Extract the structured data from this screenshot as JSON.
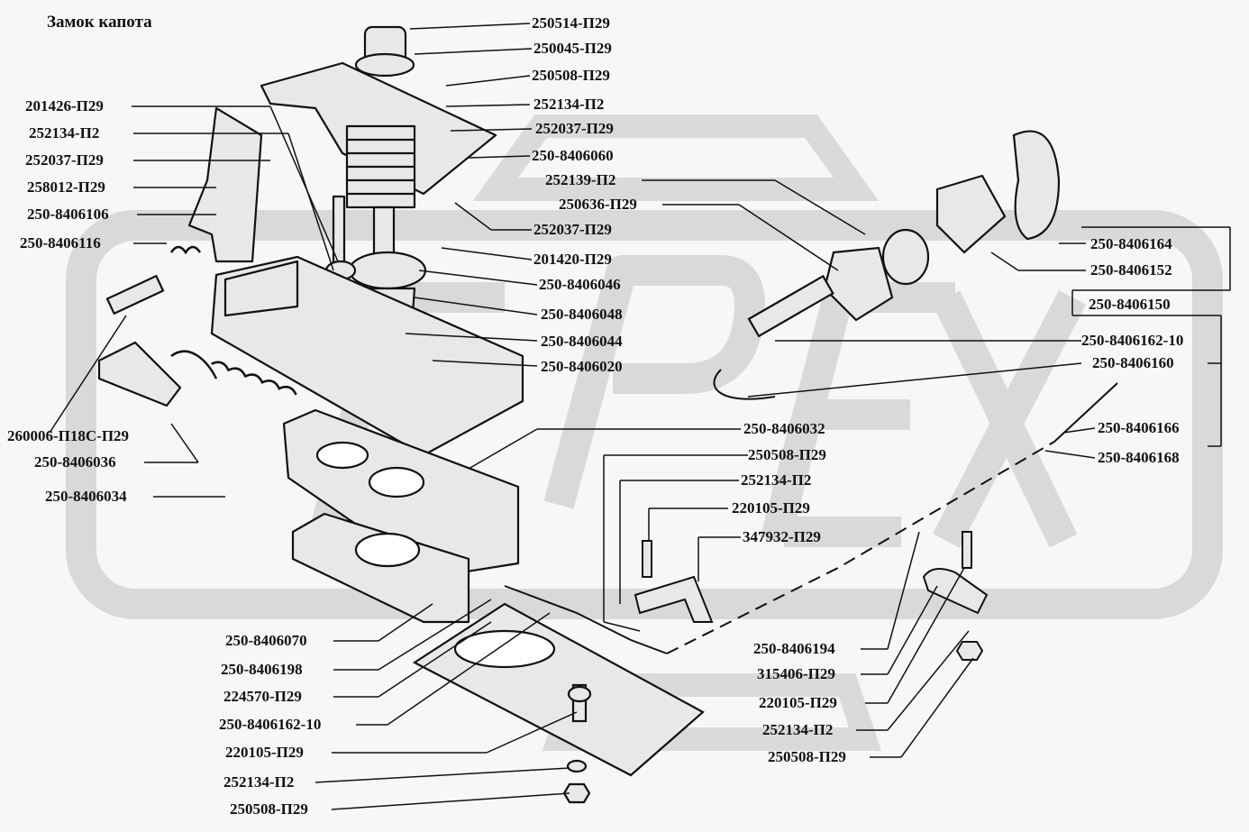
{
  "title": "Замок капота",
  "watermark_text": "OPEX",
  "colors": {
    "line": "#111111",
    "watermark": "#d9d9d9",
    "background": "#f7f7f7",
    "part_fill": "#e8e8e8"
  },
  "labels": {
    "top_right": [
      "250514-П29",
      "250045-П29",
      "250508-П29",
      "252134-П2",
      "252037-П29",
      "250-8406060",
      "252139-П2",
      "250636-П29",
      "252037-П29",
      "201420-П29",
      "250-8406046",
      "250-8406048",
      "250-8406044",
      "250-8406020"
    ],
    "left": [
      "201426-П29",
      "252134-П2",
      "252037-П29",
      "258012-П29",
      "250-8406106",
      "250-8406116"
    ],
    "left_lower": [
      "260006-П18С-П29",
      "250-8406036",
      "250-8406034"
    ],
    "middle": [
      "250-8406032",
      "250508-П29",
      "252134-П2",
      "220105-П29",
      "347932-П29"
    ],
    "right": [
      "250-8406164",
      "250-8406152",
      "250-8406150",
      "250-8406162-10",
      "250-8406160",
      "250-8406166",
      "250-8406168"
    ],
    "bottom_left": [
      "250-8406070",
      "250-8406198",
      "224570-П29",
      "250-8406162-10",
      "220105-П29",
      "252134-П2",
      "250508-П29"
    ],
    "bottom_right": [
      "250-8406194",
      "315406-П29",
      "220105-П29",
      "252134-П2",
      "250508-П29"
    ]
  }
}
